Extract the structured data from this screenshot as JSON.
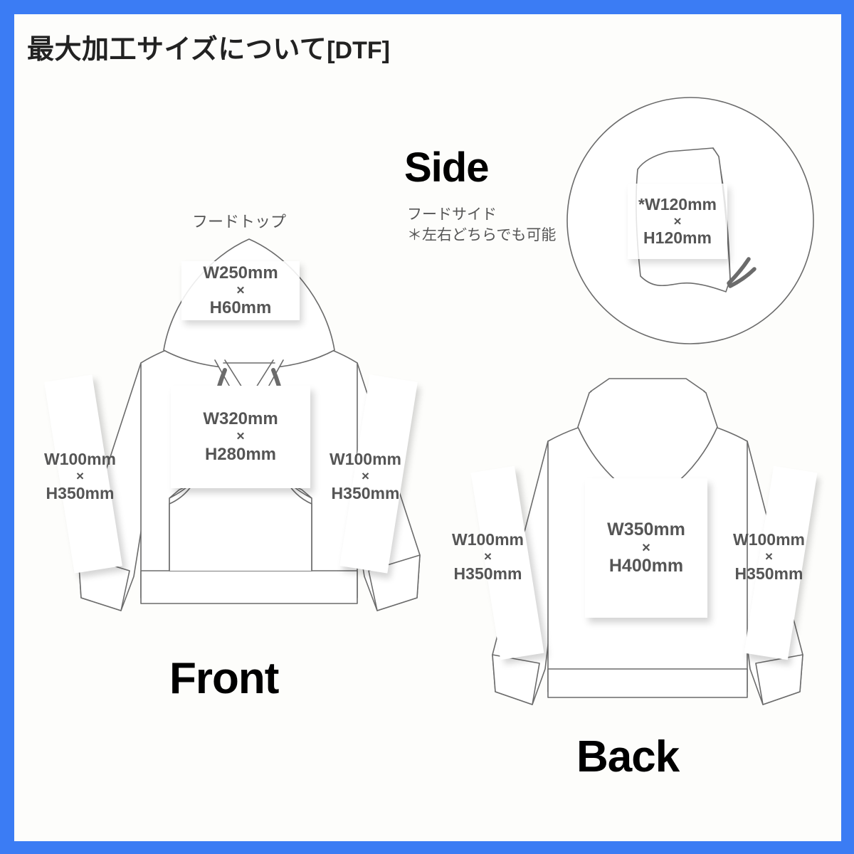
{
  "page": {
    "title": "最大加工サイズについて",
    "title_tag": "[DTF]",
    "border_color": "#3b7cf4",
    "background_color": "#fdfdfb",
    "line_color": "#6b6b6b",
    "text_color": "#555555"
  },
  "views": {
    "front": {
      "label": "Front",
      "hood_top_note": "フードトップ",
      "hood_top_area": {
        "w": "W250mm",
        "x": "×",
        "h": "H60mm"
      },
      "chest_area": {
        "w": "W320mm",
        "x": "×",
        "h": "H280mm"
      },
      "sleeve_left_area": {
        "w": "W100mm",
        "x": "×",
        "h": "H350mm"
      },
      "sleeve_right_area": {
        "w": "W100mm",
        "x": "×",
        "h": "H350mm"
      }
    },
    "back": {
      "label": "Back",
      "body_area": {
        "w": "W350mm",
        "x": "×",
        "h": "H400mm"
      },
      "sleeve_left_area": {
        "w": "W100mm",
        "x": "×",
        "h": "H350mm"
      },
      "sleeve_right_area": {
        "w": "W100mm",
        "x": "×",
        "h": "H350mm"
      }
    },
    "side": {
      "label": "Side",
      "note_line1": "フードサイド",
      "note_line2": "＊左右どちらでも可能",
      "hood_side_area": {
        "w": "*W120mm",
        "x": "×",
        "h": "H120mm"
      }
    }
  }
}
